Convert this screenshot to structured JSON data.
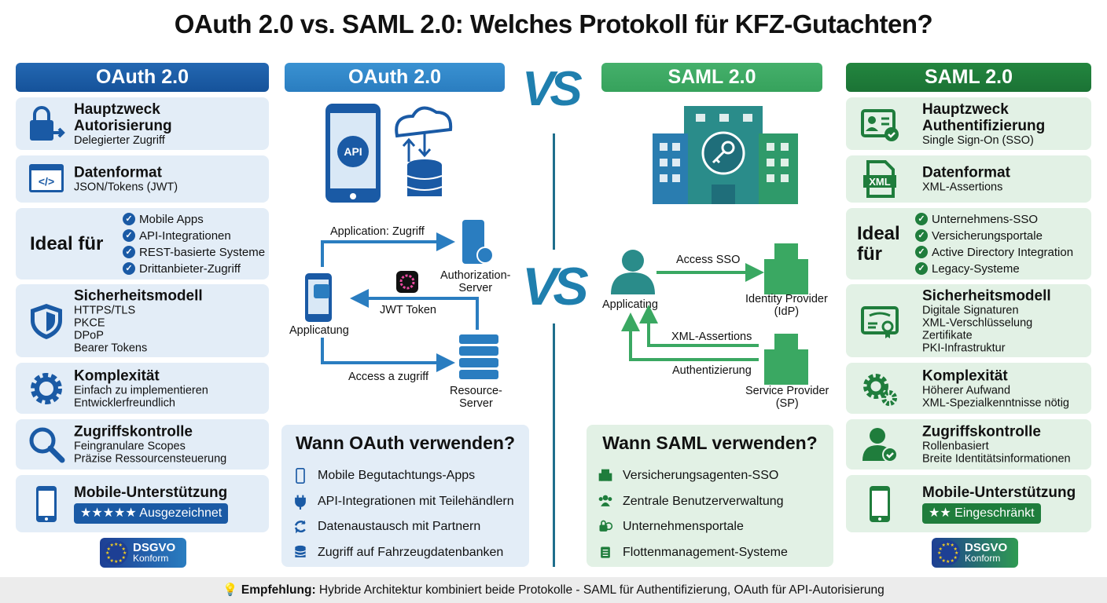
{
  "title": "OAuth 2.0 vs. SAML 2.0: Welches Protokoll für KFZ-Gutachten?",
  "colors": {
    "oauth_dark": "#1a5aa5",
    "oauth_light": "#2f86c8",
    "saml_light": "#3aa862",
    "saml_dark": "#1f7d3c",
    "oauth_card": "#e3edf7",
    "saml_card": "#e2f1e5"
  },
  "vs_label": "VS",
  "oauth": {
    "header_left": "OAuth 2.0",
    "header_center": "OAuth 2.0",
    "cards": [
      {
        "icon": "lock-arrow-icon",
        "heading": "Hauptzweck",
        "heading2": "Autorisierung",
        "lines": [
          "Delegierter Zugriff"
        ]
      },
      {
        "icon": "code-window-icon",
        "heading": "Datenformat",
        "lines": [
          "JSON/Tokens (JWT)"
        ]
      },
      {
        "ideal": true,
        "heading": "Ideal für",
        "lines": [
          "Mobile Apps",
          "API-Integrationen",
          "REST-basierte Systeme",
          "Drittanbieter-Zugriff"
        ]
      },
      {
        "icon": "shield-icon",
        "heading": "Sicherheitsmodell",
        "lines": [
          "HTTPS/TLS",
          "PKCE",
          "DPoP",
          "Bearer Tokens"
        ]
      },
      {
        "icon": "gear-icon",
        "heading": "Komplexität",
        "lines": [
          "Einfach zu implementieren",
          "Entwicklerfreundlich"
        ]
      },
      {
        "icon": "magnifier-icon",
        "heading": "Zugriffskontrolle",
        "lines": [
          "Feingranulare Scopes",
          "Präzise Ressourcensteuerung"
        ]
      },
      {
        "icon": "phone-icon",
        "heading": "Mobile-Unterstützung",
        "rating": {
          "stars": 5,
          "max": 5,
          "label": "Ausgezeichnet"
        }
      }
    ],
    "badge": {
      "line1": "DSGVO",
      "line2": "Konform"
    },
    "diagram": {
      "app": "Applicatung",
      "auth_server": "Authorization-\nServer",
      "resource_server": "Resource-\nServer",
      "arrow1": "Application: Zugriff",
      "arrow2": "JWT Token",
      "arrow3": "Access a zugriff"
    },
    "illustration_label": "API",
    "wann": {
      "title": "Wann OAuth verwenden?",
      "items": [
        {
          "icon": "phone-icon",
          "label": "Mobile Begutachtungs-Apps"
        },
        {
          "icon": "plug-icon",
          "label": "API-Integrationen mit Teilehändlern"
        },
        {
          "icon": "sync-icon",
          "label": "Datenaustausch mit Partnern"
        },
        {
          "icon": "database-icon",
          "label": "Zugriff auf Fahrzeugdatenbanken"
        }
      ]
    }
  },
  "saml": {
    "header_left": "SAML 2.0",
    "header_right": "SAML 2.0",
    "cards": [
      {
        "icon": "id-card-check-icon",
        "heading": "Hauptzweck",
        "heading2": "Authentifizierung",
        "lines": [
          "Single Sign-On (SSO)"
        ]
      },
      {
        "icon": "xml-file-icon",
        "heading": "Datenformat",
        "lines": [
          "XML-Assertions"
        ]
      },
      {
        "ideal": true,
        "heading": "Ideal für",
        "lines": [
          "Unternehmens-SSO",
          "Versicherungsportale",
          "Active Directory Integration",
          "Legacy-Systeme"
        ]
      },
      {
        "icon": "certificate-icon",
        "heading": "Sicherheitsmodell",
        "lines": [
          "Digitale Signaturen",
          "XML-Verschlüsselung",
          "Zertifikate",
          "PKI-Infrastruktur"
        ]
      },
      {
        "icon": "gears-icon",
        "heading": "Komplexität",
        "lines": [
          "Höherer Aufwand",
          "XML-Spezialkenntnisse nötig"
        ]
      },
      {
        "icon": "user-check-icon",
        "heading": "Zugriffskontrolle",
        "lines": [
          "Rollenbasiert",
          "Breite Identitätsinformationen"
        ]
      },
      {
        "icon": "phone-icon",
        "heading": "Mobile-Unterstützung",
        "rating": {
          "stars": 2,
          "max": 5,
          "label": "Eingeschränkt"
        }
      }
    ],
    "badge": {
      "line1": "DSGVO",
      "line2": "Konform"
    },
    "diagram": {
      "user": "Applicating",
      "idp": "Identity Provider\n(IdP)",
      "sp": "Service Provider\n(SP)",
      "arrow1": "Access SSO",
      "arrow2": "XML-Assertions",
      "arrow3": "Authentizierung"
    },
    "wann": {
      "title": "Wann SAML verwenden?",
      "items": [
        {
          "icon": "building-icon",
          "label": "Versicherungsagenten-SSO"
        },
        {
          "icon": "users-icon",
          "label": "Zentrale Benutzerverwaltung"
        },
        {
          "icon": "lock-globe-icon",
          "label": "Unternehmensportale"
        },
        {
          "icon": "clipboard-icon",
          "label": "Flottenmanagement-Systeme"
        }
      ]
    }
  },
  "footer": {
    "icon": "lightbulb-icon",
    "bold": "Empfehlung:",
    "text": " Hybride Architektur kombiniert beide Protokolle - SAML für Authentifizierung, OAuth für API-Autorisierung"
  }
}
